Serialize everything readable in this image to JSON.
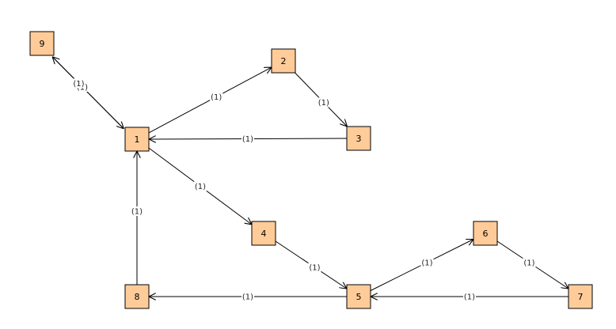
{
  "colors": {
    "node_fill": "#FFCC99",
    "node_border": "#000000",
    "edge": "#000000"
  },
  "nodes": [
    {
      "id": "9",
      "label": "9"
    },
    {
      "id": "2",
      "label": "2"
    },
    {
      "id": "1",
      "label": "1"
    },
    {
      "id": "3",
      "label": "3"
    },
    {
      "id": "4",
      "label": "4"
    },
    {
      "id": "6",
      "label": "6"
    },
    {
      "id": "8",
      "label": "8"
    },
    {
      "id": "5",
      "label": "5"
    },
    {
      "id": "7",
      "label": "7"
    }
  ],
  "edges": [
    {
      "from": "1",
      "to": "9",
      "label": "(1)"
    },
    {
      "from": "9",
      "to": "1",
      "label": "(1)"
    },
    {
      "from": "1",
      "to": "2",
      "label": "(1)"
    },
    {
      "from": "2",
      "to": "3",
      "label": "(1)"
    },
    {
      "from": "3",
      "to": "1",
      "label": "(1)"
    },
    {
      "from": "1",
      "to": "4",
      "label": "(1)"
    },
    {
      "from": "4",
      "to": "5",
      "label": "(1)"
    },
    {
      "from": "5",
      "to": "6",
      "label": "(1)"
    },
    {
      "from": "6",
      "to": "7",
      "label": "(1)"
    },
    {
      "from": "7",
      "to": "5",
      "label": "(1)"
    },
    {
      "from": "5",
      "to": "8",
      "label": "(1)"
    },
    {
      "from": "8",
      "to": "1",
      "label": "(1)"
    }
  ]
}
